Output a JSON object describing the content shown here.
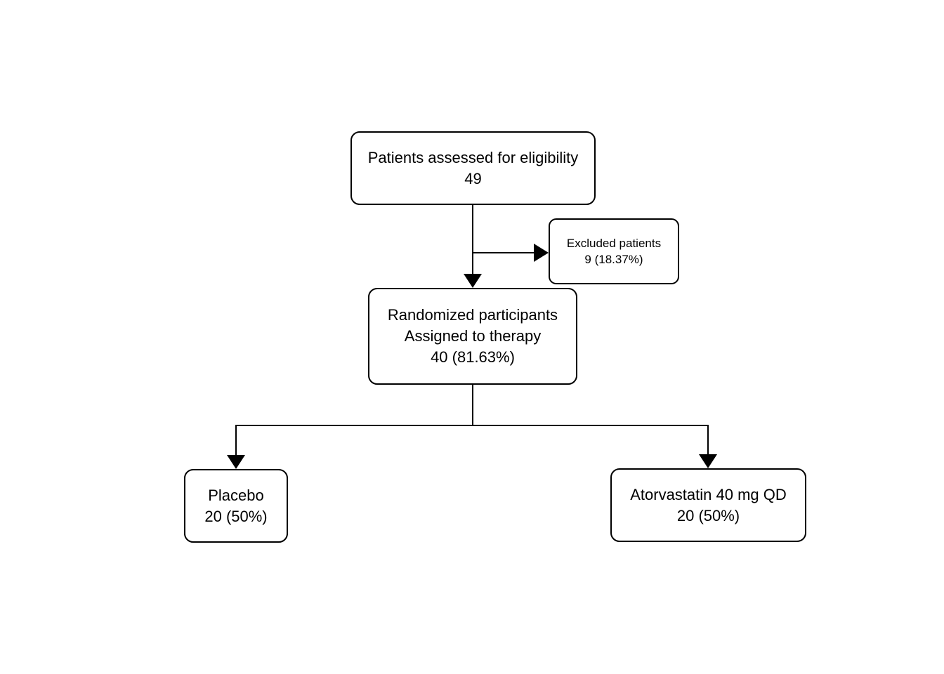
{
  "diagram": {
    "type": "flowchart",
    "colors": {
      "background": "#ffffff",
      "line": "#000000",
      "node_border": "#000000",
      "node_fill": "#ffffff",
      "text": "#000000"
    },
    "nodes": [
      {
        "id": "eligibility",
        "lines": [
          "Patients assessed for eligibility",
          "49"
        ]
      },
      {
        "id": "excluded",
        "lines": [
          "Excluded patients",
          "9 (18.37%)"
        ]
      },
      {
        "id": "randomized",
        "lines": [
          "Randomized participants",
          "Assigned to therapy",
          "40 (81.63%)"
        ]
      },
      {
        "id": "placebo",
        "lines": [
          "Placebo",
          "20 (50%)"
        ]
      },
      {
        "id": "atorvastatin",
        "lines": [
          "Atorvastatin 40 mg QD",
          "20 (50%)"
        ]
      }
    ],
    "edges": [
      {
        "from": "eligibility",
        "to": "randomized"
      },
      {
        "from": "eligibility",
        "to": "excluded"
      },
      {
        "from": "randomized",
        "to": "placebo"
      },
      {
        "from": "randomized",
        "to": "atorvastatin"
      }
    ]
  }
}
